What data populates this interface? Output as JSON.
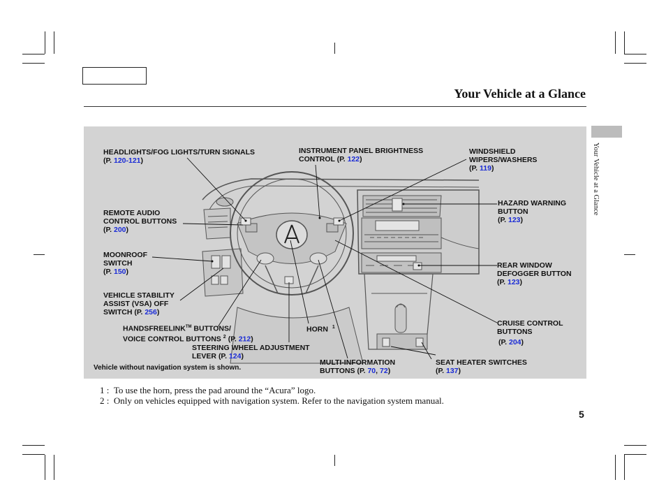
{
  "page": {
    "title": "Your Vehicle at a Glance",
    "side_tab": "Your Vehicle at a Glance",
    "page_number": "5"
  },
  "diagram": {
    "caption": "Vehicle without navigation system is shown.",
    "labels": {
      "headlights": {
        "text": "HEADLIGHTS/FOG LIGHTS/TURN SIGNALS",
        "ref_prefix": "(P. ",
        "ref": "120-121",
        "ref_suffix": ")"
      },
      "instrument": {
        "line1": "INSTRUMENT PANEL BRIGHTNESS",
        "line2": "CONTROL (P. ",
        "ref": "122",
        "ref_suffix": ")"
      },
      "wipers": {
        "line1": "WINDSHIELD",
        "line2": "WIPERS/WASHERS",
        "ref_prefix": "(P. ",
        "ref": "119",
        "ref_suffix": ")"
      },
      "hazard": {
        "line1": "HAZARD WARNING",
        "line2": "BUTTON",
        "ref_prefix": "(P. ",
        "ref": "123",
        "ref_suffix": ")"
      },
      "remote_audio": {
        "line1": "REMOTE AUDIO",
        "line2": "CONTROL BUTTONS",
        "ref_prefix": "(P. ",
        "ref": "200",
        "ref_suffix": ")"
      },
      "moonroof": {
        "line1": "MOONROOF",
        "line2": "SWITCH",
        "ref_prefix": "(P. ",
        "ref": "150",
        "ref_suffix": ")"
      },
      "rear_window": {
        "line1": "REAR WINDOW",
        "line2": "DEFOGGER BUTTON",
        "ref_prefix": "(P. ",
        "ref": "123",
        "ref_suffix": ")"
      },
      "vsa": {
        "line1": "VEHICLE STABILITY",
        "line2": "ASSIST (VSA) OFF",
        "line3": "SWITCH (P. ",
        "ref": "256",
        "ref_suffix": ")"
      },
      "handsfree": {
        "line1": "HANDSFREELINK",
        "tm": "TM",
        "line1b": " BUTTONS/",
        "line2": "VOICE CONTROL BUTTONS",
        "sup": "2",
        "ref_prefix": "(P. ",
        "ref": "212",
        "ref_suffix": ")"
      },
      "horn": {
        "text": "HORN",
        "sup": "1"
      },
      "cruise": {
        "line1": "CRUISE CONTROL",
        "line2": "BUTTONS",
        "ref_prefix": "(P. ",
        "ref": "204",
        "ref_suffix": ")"
      },
      "steering": {
        "line1": "STEERING WHEEL ADJUSTMENT",
        "line2": "LEVER",
        "ref_prefix": "(P. ",
        "ref": "124",
        "ref_suffix": ")"
      },
      "multi_info": {
        "line1": "MULTI-INFORMATION",
        "line2": "BUTTONS (P. ",
        "ref1": "70",
        "sep": ", ",
        "ref2": "72",
        "ref_suffix": ")"
      },
      "seat_heater": {
        "line1": "SEAT HEATER SWITCHES",
        "ref_prefix": "(P. ",
        "ref": "137",
        "ref_suffix": ")"
      }
    }
  },
  "footnotes": [
    {
      "mark": "1 :",
      "text": "To use the horn, press the pad around the “Acura” logo."
    },
    {
      "mark": "2 :",
      "text": "Only on vehicles equipped with navigation system. Refer to the navigation system manual."
    }
  ],
  "colors": {
    "panel_bg": "#d3d3d3",
    "link_blue": "#1a2bd6",
    "side_tab": "#bcbcbc"
  }
}
